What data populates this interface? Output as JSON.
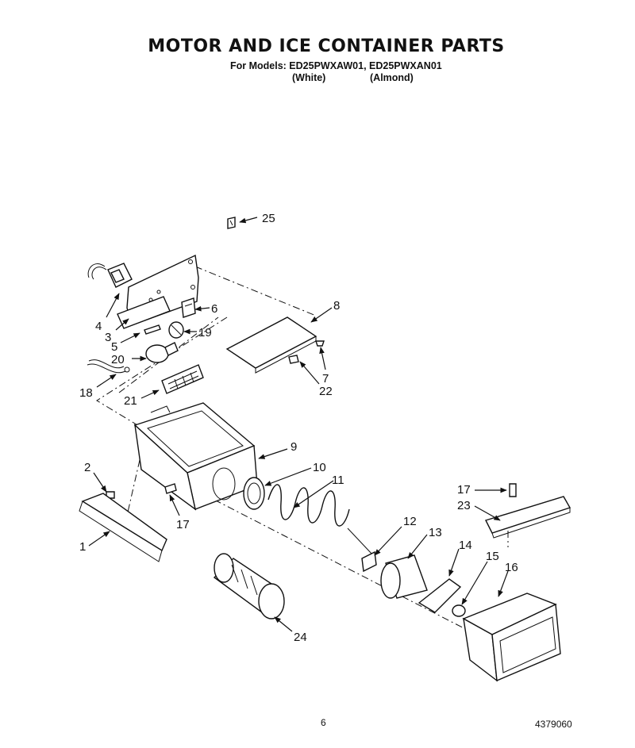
{
  "header": {
    "title": "MOTOR AND ICE CONTAINER PARTS",
    "models": "For Models: ED25PWXAW01, ED25PWXAN01",
    "finish_white": "(White)",
    "finish_almond": "(Almond)"
  },
  "callouts": {
    "c1": "1",
    "c2": "2",
    "c3": "3",
    "c4": "4",
    "c5": "5",
    "c6": "6",
    "c7": "7",
    "c8": "8",
    "c9": "9",
    "c10": "10",
    "c11": "11",
    "c12": "12",
    "c13": "13",
    "c14": "14",
    "c15": "15",
    "c16": "16",
    "c17a": "17",
    "c17b": "17",
    "c18": "18",
    "c19": "19",
    "c20": "20",
    "c21": "21",
    "c22": "22",
    "c23": "23",
    "c24": "24",
    "c25": "25"
  },
  "footer": {
    "page_number": "6",
    "document_number": "4379060"
  }
}
